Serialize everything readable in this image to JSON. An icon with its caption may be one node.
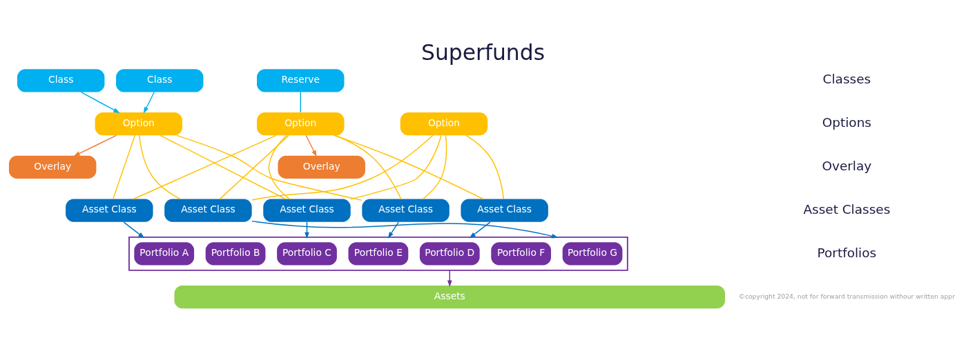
{
  "diagram": {
    "title": "Superfunds",
    "nodes": [
      {
        "text": [
          "Class"
        ]
      },
      {
        "text": [
          "Class"
        ]
      },
      {
        "text": [
          "Reserve"
        ]
      },
      {
        "text": [
          "Option"
        ]
      },
      {
        "text": [
          "Option"
        ]
      },
      {
        "text": [
          "Option"
        ]
      },
      {
        "text": [
          "Overlay"
        ]
      },
      {
        "text": [
          "Overlay"
        ]
      },
      {
        "text": [
          "Asset Class"
        ]
      },
      {
        "text": [
          "Asset Class"
        ]
      },
      {
        "text": [
          "Asset Class"
        ]
      },
      {
        "text": [
          "Asset Class"
        ]
      },
      {
        "text": [
          "Asset Class"
        ]
      },
      {
        "text": [],
        "shape": "box"
      },
      {
        "text": [
          "Portfolio A"
        ],
        "in": 13
      },
      {
        "text": [
          "Portfolio B"
        ],
        "in": 13
      },
      {
        "text": [
          "Portfolio C"
        ],
        "in": 13
      },
      {
        "text": [
          "Portfolio D"
        ],
        "in": 13
      },
      {
        "text": [
          "Portfolio E"
        ],
        "in": 13
      },
      {
        "text": [
          "Portfolio F"
        ],
        "in": 13
      },
      {
        "text": [
          "Portfolio G"
        ],
        "in": 13
      },
      {
        "text": [
          "Assets"
        ]
      }
    ],
    "edges": [
      {
        "from": 0,
        "to": 3,
        "arrow": "to",
        "color": "#00b0f0"
      },
      {
        "from": 1,
        "to": 3,
        "arrow": "to",
        "color": "#00b0f0"
      },
      {
        "from": 2,
        "to": 4,
        "arrow": "none",
        "color": "#00b0f0"
      },
      {
        "from": 3,
        "to": 6,
        "arrow": "to",
        "color": "#ed7d31"
      },
      {
        "from": 4,
        "to": 7,
        "arrow": "to",
        "color": "#ed7d31"
      },
      {
        "from": 3,
        "to": 8,
        "arrow": "none"
      },
      {
        "from": 3,
        "to": 9,
        "arrow": "none"
      },
      {
        "from": 3,
        "to": 11,
        "arrow": "none"
      },
      {
        "from": 3,
        "to": 12,
        "arrow": "none"
      },
      {
        "from": 4,
        "to": 8,
        "arrow": "none"
      },
      {
        "from": 4,
        "to": 9,
        "arrow": "none"
      },
      {
        "from": 4,
        "to": 10,
        "arrow": "none"
      },
      {
        "from": 4,
        "to": 11,
        "arrow": "none"
      },
      {
        "from": 4,
        "to": 12,
        "arrow": "none"
      },
      {
        "from": 5,
        "to": 9,
        "arrow": "none"
      },
      {
        "from": 5,
        "to": 10,
        "arrow": "none"
      },
      {
        "from": 5,
        "to": 11,
        "arrow": "none"
      },
      {
        "from": 5,
        "to": 12,
        "arrow": "none"
      },
      {
        "from": 8,
        "to": 13,
        "arrow": "to",
        "color": "#0070c0"
      },
      {
        "from": 9,
        "to": 13,
        "arrow": "to",
        "color": "#0070c0"
      },
      {
        "from": 10,
        "to": 13,
        "arrow": "to",
        "color": "#0070c0"
      },
      {
        "from": 11,
        "to": 13,
        "arrow": "to",
        "color": "#0070c0"
      },
      {
        "from": 12,
        "to": 13,
        "arrow": "to",
        "color": "#0070c0"
      },
      {
        "from": 13,
        "to": 21,
        "arrow": "to",
        "color": "#7030a0"
      }
    ],
    "labels": [
      "Classes",
      "Options",
      "Overlay",
      "Asset Classes",
      "Portfolios",
      "©copyright 2024, not for forward transmission withour written appr"
    ]
  }
}
